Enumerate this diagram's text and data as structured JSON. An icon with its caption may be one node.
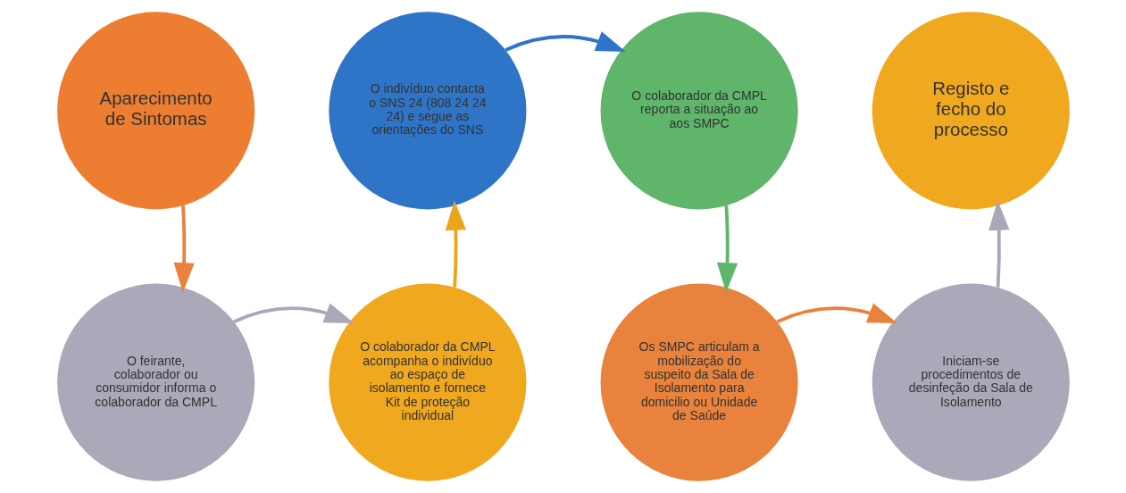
{
  "diagram": {
    "nodes": [
      {
        "text": [
          "Aparecimento de Sintomas"
        ]
      },
      {
        "text": [
          "O indivíduo contacta o SNS 24 (808 24 24 24) e segue as orientações do SNS"
        ]
      },
      {
        "text": [
          "O colaborador da CMPL reporta a situação ao aos SMPC"
        ]
      },
      {
        "text": [
          "Registo e fecho do processo"
        ]
      },
      {
        "text": [
          "O feirante, colaborador ou consumidor informa o colaborador da CMPL"
        ]
      },
      {
        "text": [
          "O colaborador da CMPL acompanha o indivíduo ao espaço de isolamento e fornece Kit de proteção individual"
        ]
      },
      {
        "text": [
          "Os SMPC articulam a mobilização do suspeito da Sala de Isolamento para domicilio ou Unidade de Saúde"
        ]
      },
      {
        "text": [
          "Iniciam-se procedimentos de desinfeção da Sala de Isolamento"
        ]
      }
    ],
    "edges": [
      {
        "from": 0,
        "to": 4,
        "arrow": "to",
        "color": "#e8823c"
      },
      {
        "from": 4,
        "to": 5,
        "arrow": "to",
        "color": "#a8a8b8"
      },
      {
        "from": 5,
        "to": 1,
        "arrow": "to",
        "color": "#eba51c"
      },
      {
        "from": 1,
        "to": 2,
        "arrow": "to",
        "color": "#2e75c8"
      },
      {
        "from": 2,
        "to": 6,
        "arrow": "to",
        "color": "#5fb56a"
      },
      {
        "from": 6,
        "to": 7,
        "arrow": "to",
        "color": "#e8823c"
      },
      {
        "from": 7,
        "to": 3,
        "arrow": "to",
        "color": "#a8a8b8"
      }
    ]
  }
}
